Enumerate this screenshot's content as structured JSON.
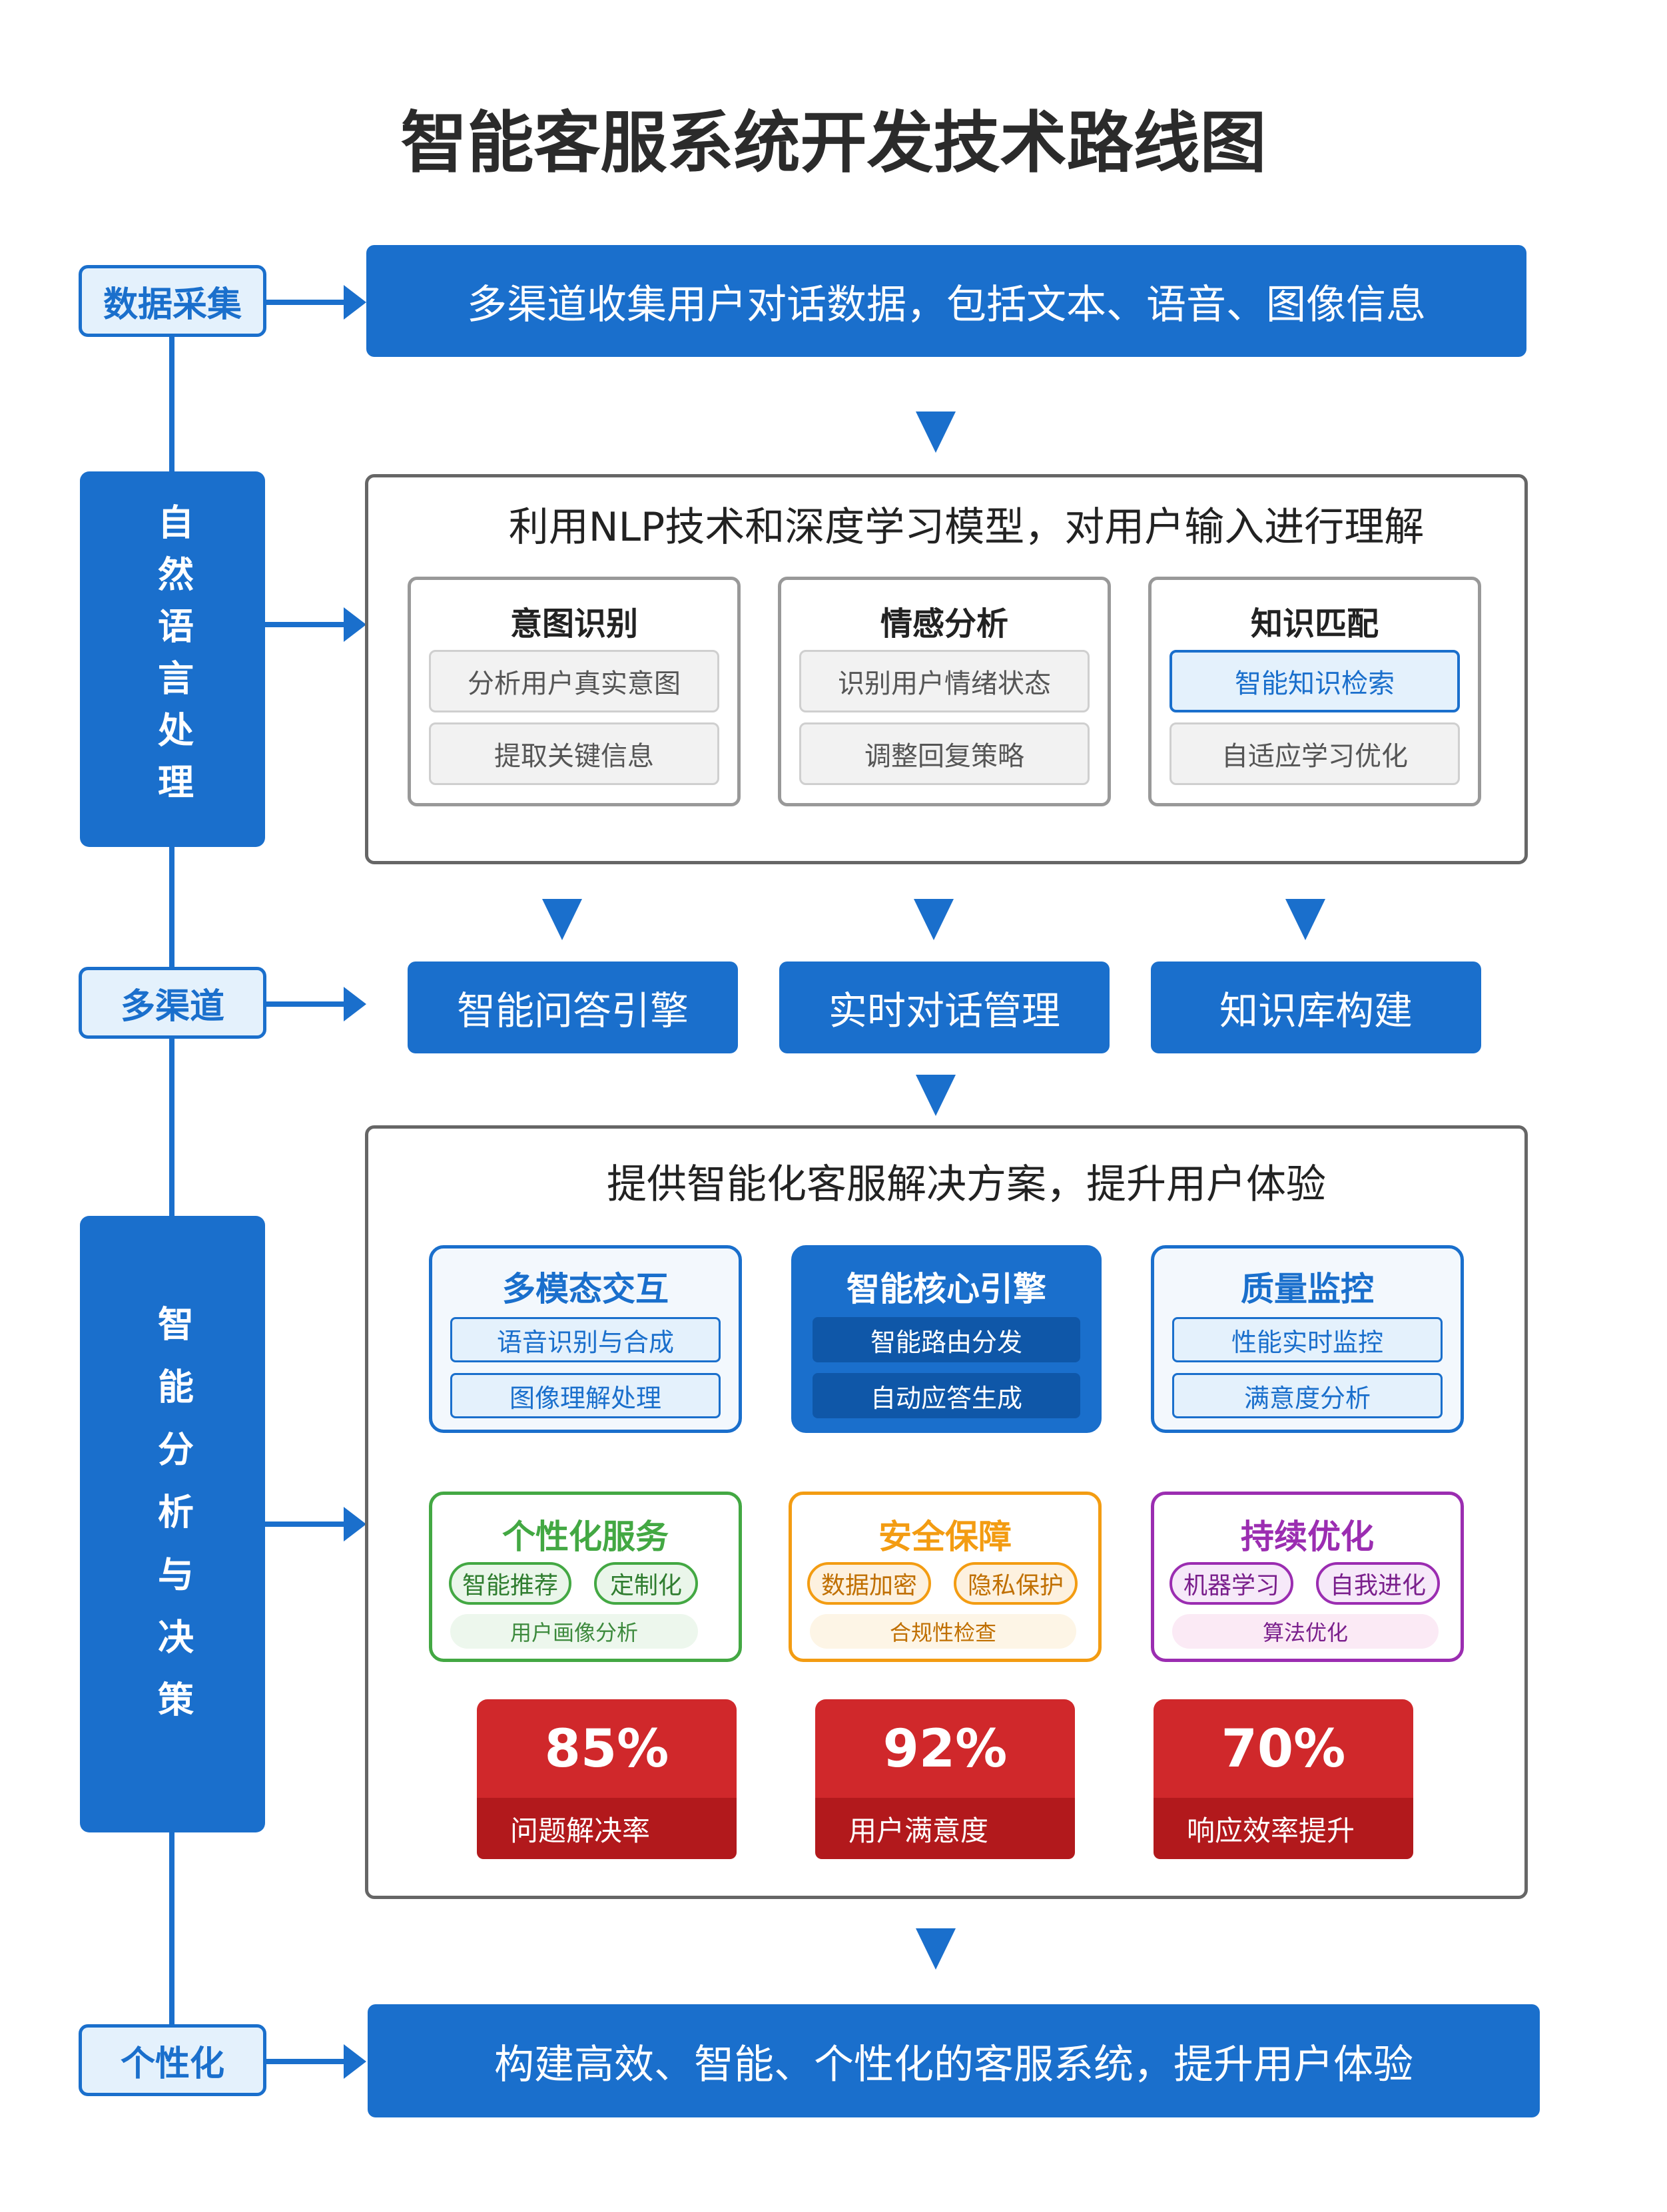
{
  "title": "智能客服系统开发技术路线图",
  "colors": {
    "primary": "#1a6fcc",
    "green": "#43a843",
    "orange": "#f39c12",
    "purple": "#9b2db1",
    "red": "#d0282b"
  },
  "stages": {
    "data_collection": "数据采集",
    "nlp": "自然语言处理",
    "multichannel": "多渠道",
    "analysis": "智能分析与决策",
    "personalization": "个性化"
  },
  "steps": {
    "collect_banner": "多渠道收集用户对话数据，包括文本、语音、图像信息",
    "nlp_title": "利用NLP技术和深度学习模型，对用户输入进行理解",
    "nlp_cards": [
      {
        "title": "意图识别",
        "items": [
          "分析用户真实意图",
          "提取关键信息"
        ]
      },
      {
        "title": "情感分析",
        "items": [
          "识别用户情绪状态",
          "调整回复策略"
        ]
      },
      {
        "title": "知识匹配",
        "items": [
          "智能知识检索",
          "自适应学习优化"
        ]
      }
    ],
    "channel_boxes": [
      "智能问答引擎",
      "实时对话管理",
      "知识库构建"
    ],
    "solution_title": "提供智能化客服解决方案，提升用户体验",
    "modules_row1": [
      {
        "title": "多模态交互",
        "items": [
          "语音识别与合成",
          "图像理解处理"
        ]
      },
      {
        "title": "智能核心引擎",
        "items": [
          "智能路由分发",
          "自动应答生成"
        ]
      },
      {
        "title": "质量监控",
        "items": [
          "性能实时监控",
          "满意度分析"
        ]
      }
    ],
    "modules_row2": [
      {
        "title": "个性化服务",
        "pills": [
          "智能推荐",
          "定制化"
        ],
        "band": "用户画像分析"
      },
      {
        "title": "安全保障",
        "pills": [
          "数据加密",
          "隐私保护"
        ],
        "band": "合规性检查"
      },
      {
        "title": "持续优化",
        "pills": [
          "机器学习",
          "自我进化"
        ],
        "band": "算法优化"
      }
    ],
    "metrics": [
      {
        "value": "85%",
        "label": "问题解决率"
      },
      {
        "value": "92%",
        "label": "用户满意度"
      },
      {
        "value": "70%",
        "label": "响应效率提升"
      }
    ],
    "final_banner": "构建高效、智能、个性化的客服系统，提升用户体验"
  }
}
